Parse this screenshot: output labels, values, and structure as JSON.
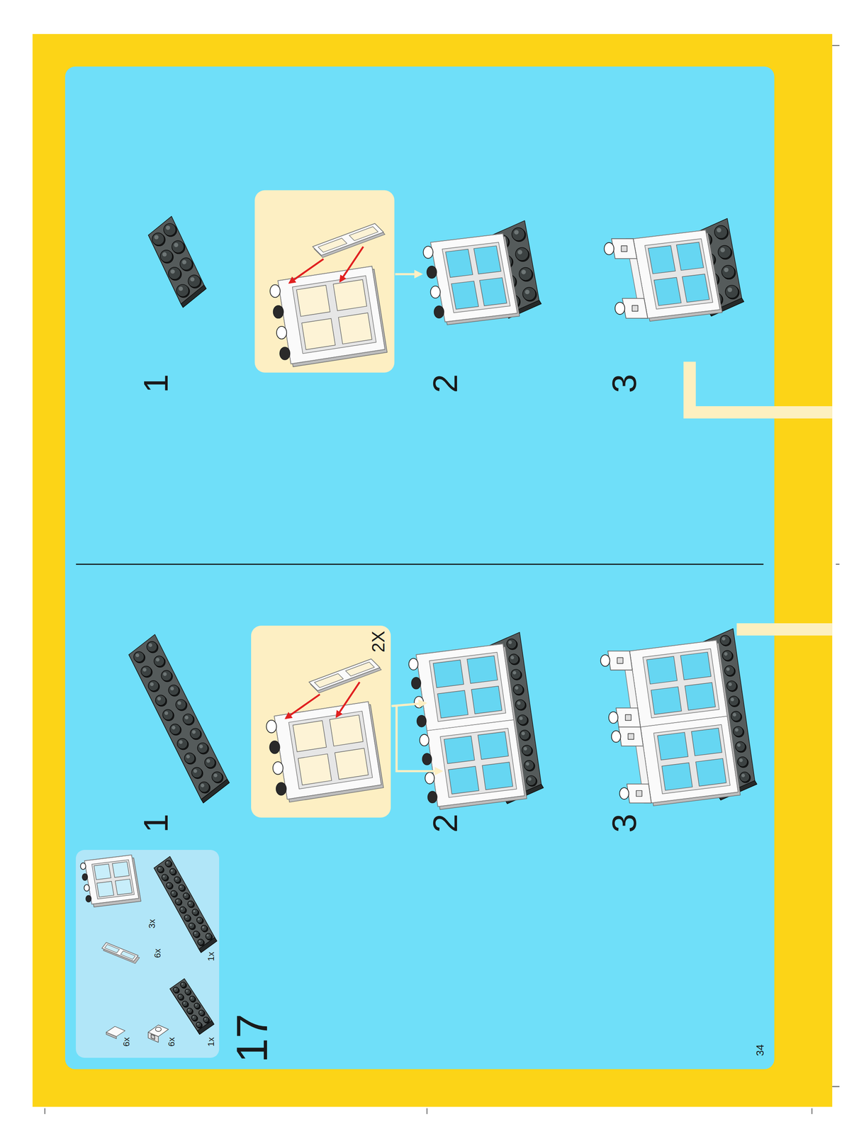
{
  "diagram": {
    "nodes": [
      {
        "text": [
          "6x",
          "6x",
          "6x",
          "3x",
          "1x",
          "1x"
        ]
      },
      {
        "text": [
          "2X"
        ]
      }
    ],
    "labels": [
      "17",
      "1",
      "2",
      "3",
      "1",
      "2",
      "3",
      "34"
    ]
  }
}
